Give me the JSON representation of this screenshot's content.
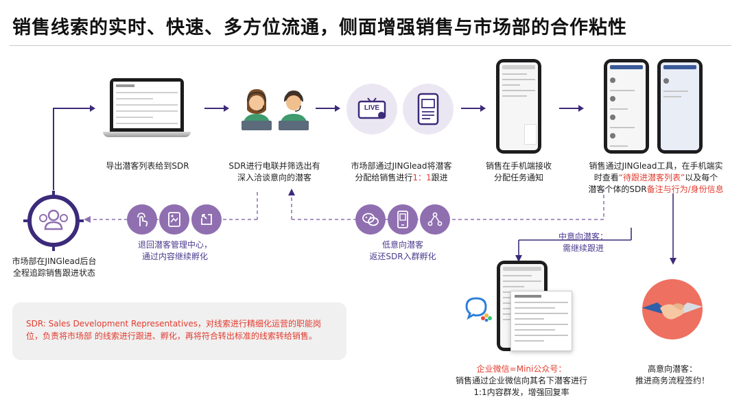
{
  "title": "销售线索的实时、快速、多方位流通，侧面增强销售与市场部的合作粘性",
  "steps": {
    "export": "导出潜客列表给到SDR",
    "sdr_line1": "SDR进行电联并筛选出有",
    "sdr_line2": "深入洽谈意向的潜客",
    "assign_line1": "市场部通过JINGlead将潜客",
    "assign_line2_a": "分配给销售进行",
    "assign_line2_b": "1：1",
    "assign_line2_c": "跟进",
    "receive_line1": "销售在手机端接收",
    "receive_line2": "分配任务通知",
    "tool_line1": "销售通过JINGlead工具，在手机端实",
    "tool_line2_a": "时查看",
    "tool_line2_b": "“待跟进潜客列表”",
    "tool_line2_c": "以及每个",
    "tool_line3_a": "潜客个体的SDR",
    "tool_line3_b": "备注与行为/身份信息"
  },
  "returns": {
    "pool_line1": "退回潜客管理中心，",
    "pool_line2": "通过内容继续孵化",
    "low_line1": "低意向潜客",
    "low_line2": "返还SDR入群孵化",
    "mid_line1": "中意向潜客：",
    "mid_line2": "需继续跟进"
  },
  "tracker": {
    "line1": "市场部在JINGlead后台",
    "line2": "全程追踪销售跟进状态"
  },
  "wecom": {
    "line1": "企业微信=Mini公众号：",
    "line2": "销售通过企业微信向其名下潜客进行",
    "line3": "1:1内容群发，增强回复率"
  },
  "high": {
    "line1": "高意向潜客：",
    "line2": "推进商务流程签约！"
  },
  "note": {
    "text": "SDR: Sales Development Representatives，对线索进行精细化运营的职能岗位，负责将市场部 的线索进行跟进、孵化，再将符合转出标准的线索转给销售。"
  },
  "icons": {
    "live_label": "LIVE"
  },
  "colors": {
    "accent": "#3c2a7a",
    "icon_purple": "#8f6fb0",
    "highlight_red": "#e23b2e",
    "handshake_bg": "#ee7060"
  }
}
